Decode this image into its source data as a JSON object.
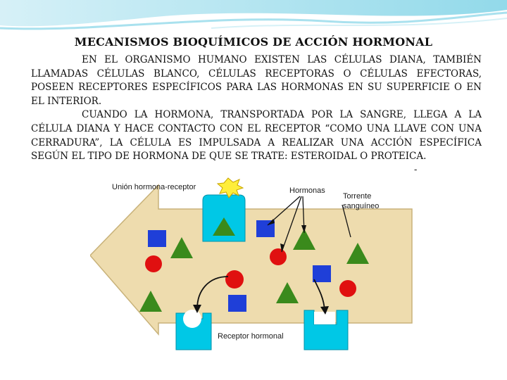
{
  "slide": {
    "title": "MECANISMOS BIOQUÍMICOS DE ACCIÓN HORMONAL",
    "paragraph_1": "EN EL ORGANISMO HUMANO EXISTEN LAS CÉLULAS DIANA, TAMBIÉN LLAMADAS CÉLULAS BLANCO, CÉLULAS RECEPTORAS O CÉLULAS EFECTORAS, POSEEN RECEPTORES ESPECÍFICOS PARA LAS HORMONAS EN SU SUPERFICIE O EN EL INTERIOR.",
    "paragraph_2": "CUANDO LA HORMONA, TRANSPORTADA POR LA SANGRE, LLEGA A LA CÉLULA DIANA Y HACE CONTACTO CON EL RECEPTOR “COMO UNA LLAVE CON UNA CERRADURA”, LA CÉLULA ES IMPULSADA A REALIZAR UNA ACCIÓN ESPECÍFICA SEGÚN EL TIPO DE HORMONA DE QUE SE TRATE: ESTEROIDAL O PROTEICA.",
    "stray_mark": "-"
  },
  "diagram": {
    "label_union": "Unión hormona-receptor",
    "label_hormonas": "Hormonas",
    "label_torrente_1": "Torrente",
    "label_torrente_2": "sanguíneo",
    "label_receptor": "Receptor hormonal",
    "colors": {
      "vessel": "#eedcae",
      "vessel_edge": "#c8b27a",
      "cell": "#00c8e6",
      "square": "#1f3fd8",
      "circle": "#e01010",
      "triangle": "#3a8a1c",
      "star": "#ffee3a"
    },
    "icons": [
      "blood-vessel-arrow-icon",
      "receptor-cell-icon",
      "square-hormone-icon",
      "circle-hormone-icon",
      "triangle-hormone-icon",
      "binding-burst-icon",
      "curved-arrow-icon"
    ]
  }
}
